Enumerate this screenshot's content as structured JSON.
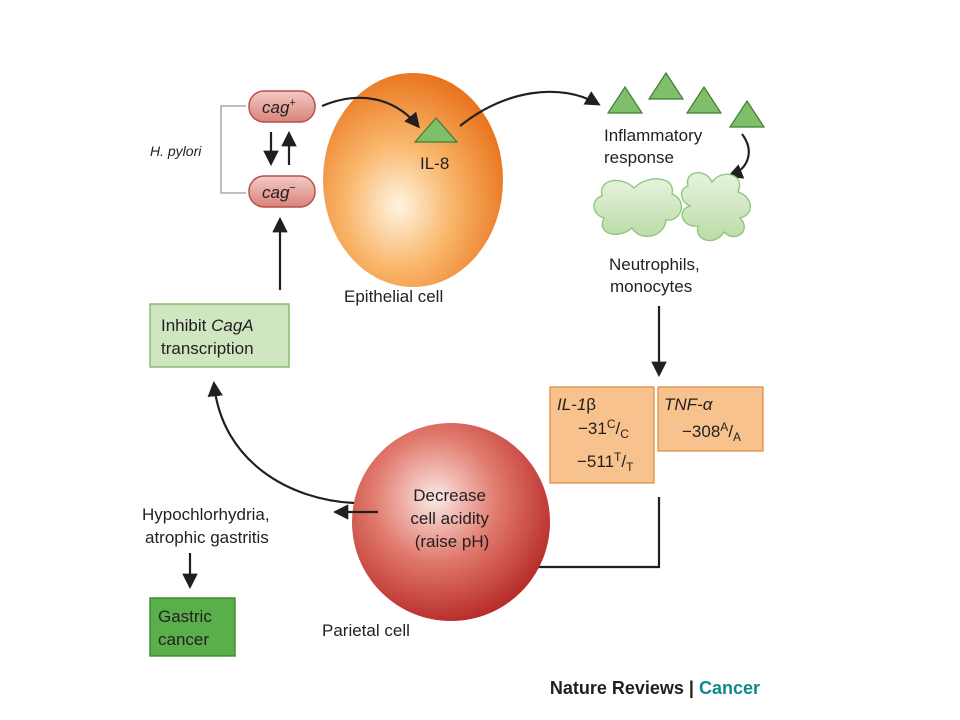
{
  "bacteria": {
    "group_label": "H. pylori",
    "cag_plus": {
      "base": "cag",
      "sup": "+"
    },
    "cag_minus": {
      "base": "cag",
      "sup": "−"
    }
  },
  "epithelial": {
    "cytokine_label": "IL-8",
    "cell_label": "Epithelial cell"
  },
  "immune": {
    "response_line1": "Inflammatory",
    "response_line2": "response",
    "cells_line1": "Neutrophils,",
    "cells_line2": "monocytes"
  },
  "genotypes": {
    "il1b": {
      "title_it": "IL-1",
      "title_greek": "β",
      "v1_num": "−31",
      "v1_sup": "C",
      "v1_sub": "C",
      "v2_num": "−511",
      "v2_sup": "T",
      "v2_sub": "T"
    },
    "tnfa": {
      "title": "TNF-α",
      "v1_num": "−308",
      "v1_sup": "A",
      "v1_sub": "A"
    }
  },
  "parietal": {
    "line1": "Decrease",
    "line2": "cell acidity",
    "line3": "(raise pH)",
    "cell_label": "Parietal cell"
  },
  "inhibit": {
    "line1_prefix": "Inhibit ",
    "line1_italic": "CagA",
    "line2": "transcription"
  },
  "outcome": {
    "line1": "Hypochlorhydria,",
    "line2": "atrophic gastritis"
  },
  "cancer": {
    "line1": "Gastric",
    "line2": "cancer"
  },
  "credit": {
    "journal": "Nature Reviews",
    "separator": " | ",
    "subject": "Cancer"
  },
  "colors": {
    "arrow": "#231f20",
    "orange_box": "#f7c28e",
    "green_box": "#cfe6c0",
    "green_box_dark": "#5aaf4a",
    "triangle_green": "#7fbf6a",
    "neutrophil_green": "#cfe6c0",
    "cag_pill": "#e8a09a",
    "credit_teal": "#0e8a87"
  }
}
